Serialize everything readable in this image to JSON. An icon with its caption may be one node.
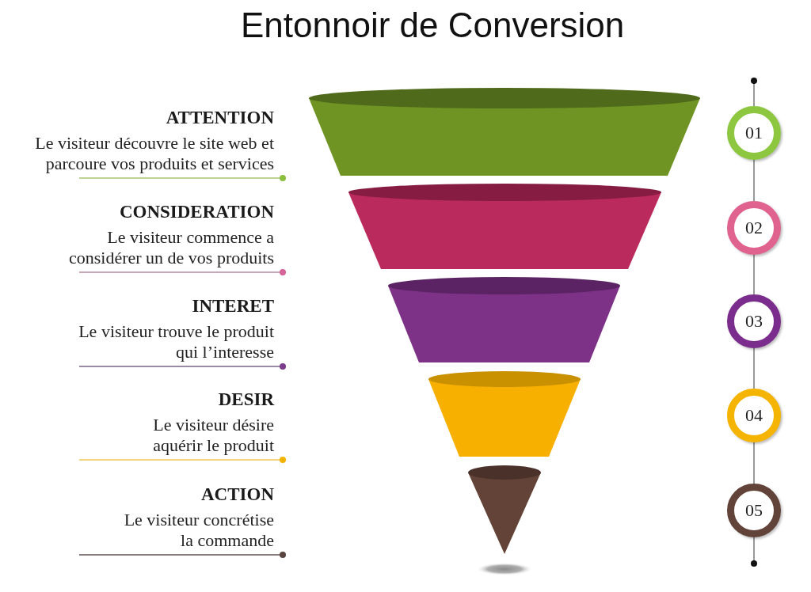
{
  "diagram": {
    "title": "Entonnoir de Conversion",
    "nodes": [
      {
        "text": [
          "ATTENTION",
          "Le visiteur découvre le site web et parcoure vos produits et services"
        ]
      },
      {
        "text": [
          "CONSIDERATION",
          "Le visiteur commence a considérer un de vos produits"
        ]
      },
      {
        "text": [
          "INTERET",
          "Le visiteur trouve le produit qui l’interesse"
        ]
      },
      {
        "text": [
          "DESIR",
          "Le visiteur désire aquérir le produit"
        ]
      },
      {
        "text": [
          "ACTION",
          "Le visiteur concrétise la commande"
        ]
      },
      {
        "text": [],
        "shape": "frustum"
      },
      {
        "text": [],
        "shape": "frustum"
      },
      {
        "text": [],
        "shape": "frustum"
      },
      {
        "text": [],
        "shape": "frustum"
      },
      {
        "text": [],
        "shape": "cone"
      },
      {
        "text": [
          "01"
        ]
      },
      {
        "text": [
          "02"
        ]
      },
      {
        "text": [
          "03"
        ]
      },
      {
        "text": [
          "04"
        ]
      },
      {
        "text": [
          "05"
        ]
      }
    ],
    "edges": [
      {
        "from": null,
        "to": 10,
        "arrow": "other"
      },
      {
        "from": 10,
        "to": 11,
        "arrow": "none"
      },
      {
        "from": 11,
        "to": 12,
        "arrow": "none"
      },
      {
        "from": 12,
        "to": 13,
        "arrow": "none"
      },
      {
        "from": 13,
        "to": 14,
        "arrow": "none"
      },
      {
        "from": 14,
        "to": null,
        "arrow": "other"
      }
    ]
  }
}
